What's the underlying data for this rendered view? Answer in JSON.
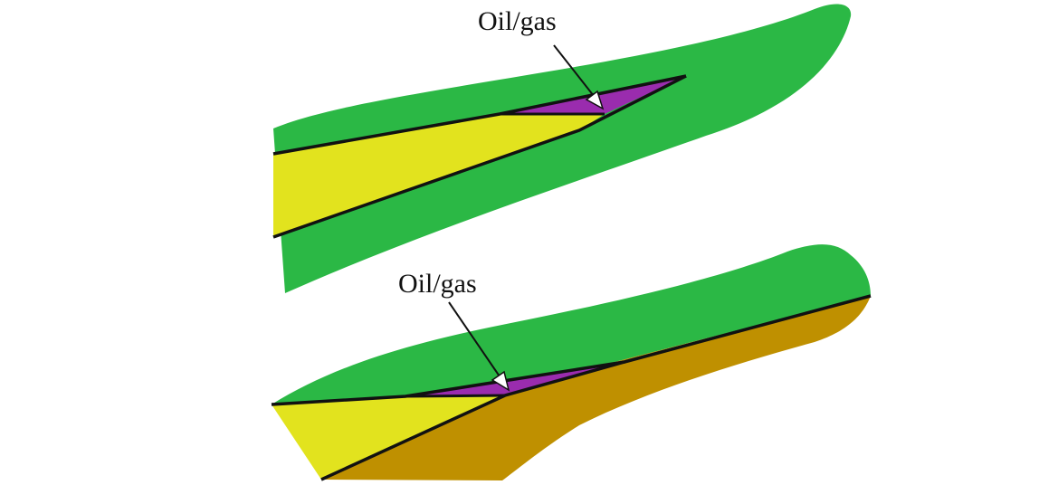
{
  "panels": [
    {
      "id": "upper",
      "label": "Oil/gas"
    },
    {
      "id": "lower",
      "label": "Oil/gas"
    }
  ],
  "colors": {
    "cap_rock": "#2bb845",
    "sandstone": "#e2e31e",
    "oil_gas": "#9a2cae",
    "basement": "#bf9000",
    "line": "#111111",
    "arrow_fill": "#ffffff"
  }
}
